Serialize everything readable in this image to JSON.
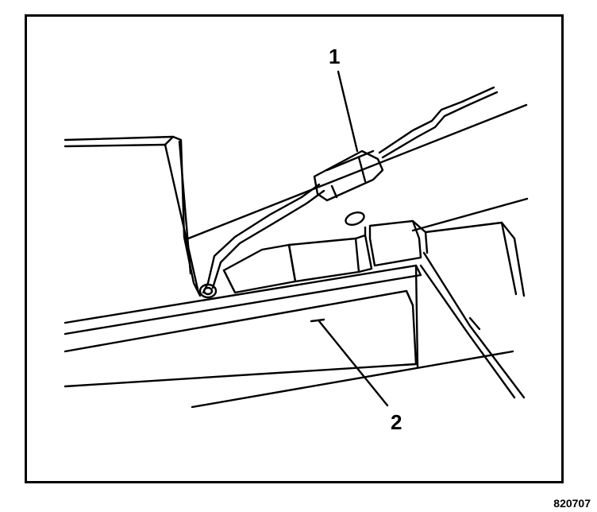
{
  "diagram": {
    "callouts": [
      {
        "id": "1",
        "label": "1"
      },
      {
        "id": "2",
        "label": "2"
      }
    ],
    "figure_id": "820707"
  }
}
